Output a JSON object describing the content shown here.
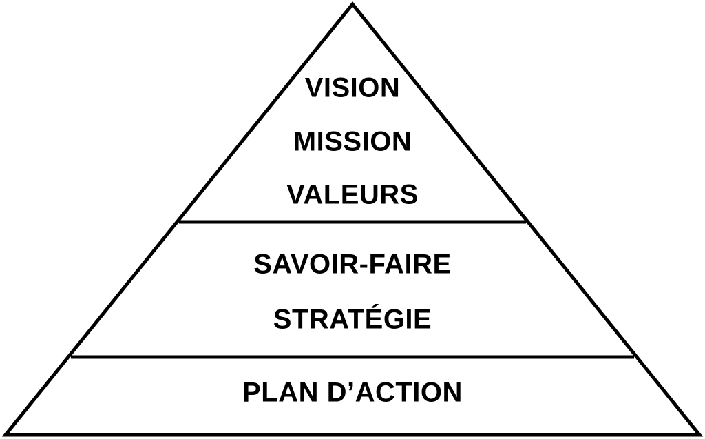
{
  "diagram": {
    "stroke_color": "#000000",
    "background_color": "#ffffff",
    "tiers": [
      {
        "name": "top",
        "labels": [
          "VISION",
          "MISSION",
          "VALEURS"
        ]
      },
      {
        "name": "middle",
        "labels": [
          "SAVOIR-FAIRE",
          "STRATÉGIE"
        ]
      },
      {
        "name": "bottom",
        "labels": [
          "PLAN D’ACTION"
        ]
      }
    ]
  }
}
